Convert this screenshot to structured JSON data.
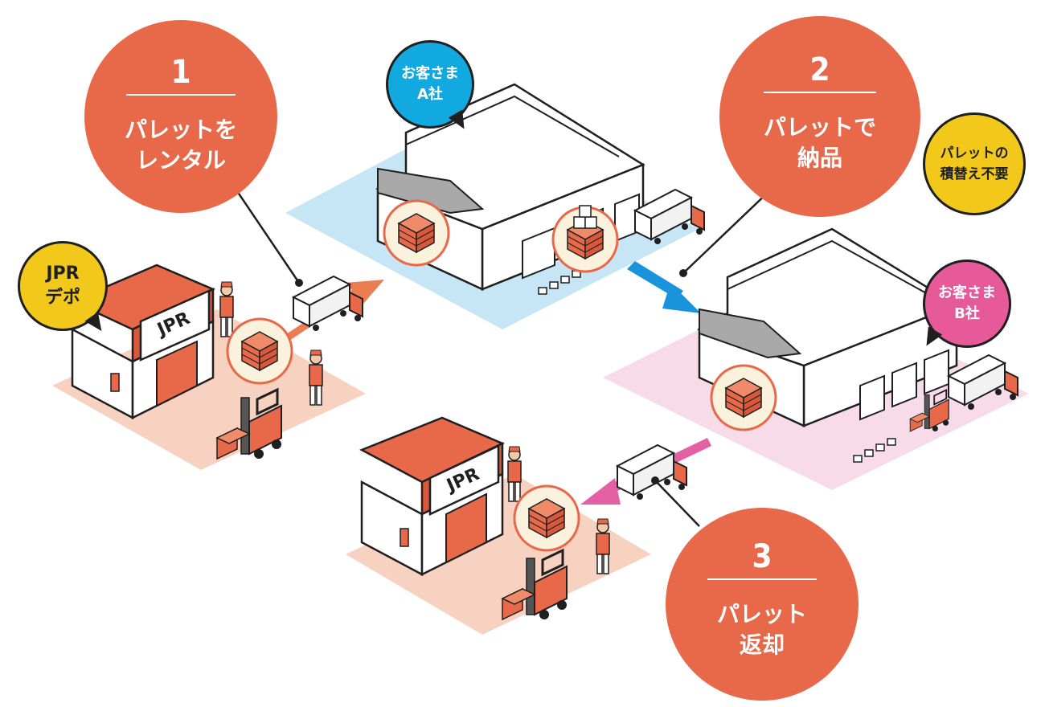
{
  "steps": [
    {
      "number": "1",
      "line1": "パレットを",
      "line2": "レンタル"
    },
    {
      "number": "2",
      "line1": "パレットで",
      "line2": "納品"
    },
    {
      "number": "3",
      "line1": "パレット",
      "line2": "返却"
    }
  ],
  "bubbles": {
    "customer_a": {
      "line1": "お客さま",
      "line2": "A社"
    },
    "customer_b": {
      "line1": "お客さま",
      "line2": "B社"
    },
    "depot": {
      "line1": "JPR",
      "line2": "デポ"
    },
    "no_reload": {
      "line1": "パレットの",
      "line2": "積替え不要"
    }
  },
  "depot_sign": "JPR",
  "colors": {
    "step_orange": "#e8694a",
    "customer_a_blue": "#12a8e0",
    "customer_b_pink": "#e65a9a",
    "note_yellow": "#f2c81b",
    "zone_blue": "#c6e6f6",
    "zone_pink": "#f7dbe8",
    "zone_peach": "#f8d2c0",
    "arrow_orange": "#ec7c52",
    "arrow_blue": "#1893dc",
    "arrow_pink": "#e460a5"
  }
}
